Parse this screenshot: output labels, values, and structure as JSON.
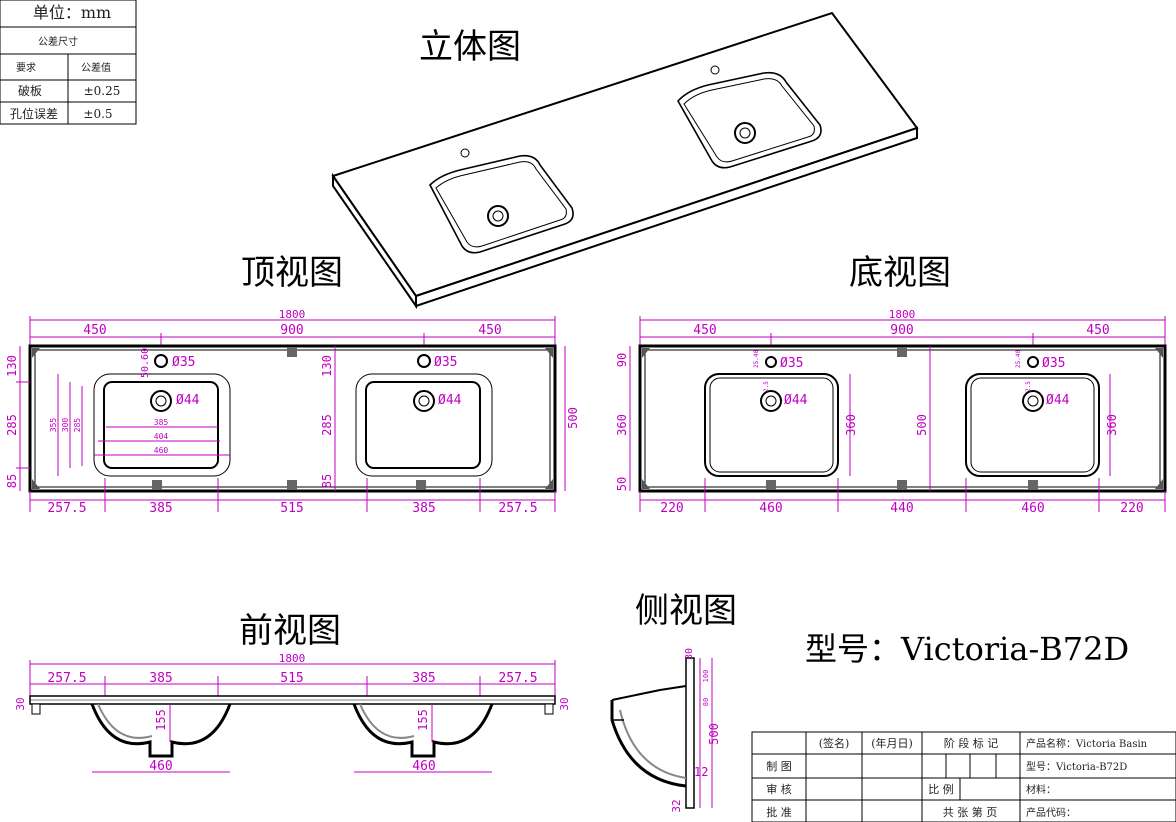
{
  "tolerance_table": {
    "unit": "单位：mm",
    "header": "公差尺寸",
    "col1": "要求",
    "col2": "公差值",
    "rows": [
      {
        "item": "破板",
        "value": "±0.25"
      },
      {
        "item": "孔位误差",
        "value": "±0.5"
      }
    ]
  },
  "titles": {
    "iso": "立体图",
    "top": "顶视图",
    "bottom": "底视图",
    "front": "前视图",
    "side": "侧视图"
  },
  "model": "型号：Victoria-B72D",
  "top_view": {
    "overall": "1800",
    "seg_top": [
      "450",
      "900",
      "450"
    ],
    "seg_bottom": [
      "257.5",
      "385",
      "515",
      "385",
      "257.5"
    ],
    "left_dims": [
      "130",
      "285",
      "85"
    ],
    "mid_dims": [
      "130",
      "285",
      "85"
    ],
    "right_dim": "500",
    "inner_left": [
      "355",
      "300",
      "285"
    ],
    "inner_widths": [
      "385",
      "404",
      "460"
    ],
    "small_offset": "50.60",
    "hole1": "Ø35",
    "hole2": "Ø44",
    "hole3": "Ø35",
    "hole4": "Ø44"
  },
  "bottom_view": {
    "overall": "1800",
    "seg_top": [
      "450",
      "900",
      "450"
    ],
    "seg_bottom": [
      "220",
      "460",
      "440",
      "460",
      "220"
    ],
    "left_dims": [
      "90",
      "360",
      "50"
    ],
    "mid_dim": "500",
    "right_dims": [
      "360",
      "360"
    ],
    "hole1": "Ø35",
    "hole2": "Ø44",
    "hole3": "Ø35",
    "hole4": "Ø44",
    "tiny1": "25.40",
    "tiny2": "2.5",
    "tiny3": "25.40",
    "tiny4": "2.5"
  },
  "front_view": {
    "overall": "1800",
    "segs": [
      "257.5",
      "385",
      "515",
      "385",
      "257.5"
    ],
    "left_thick": "30",
    "right_thick": "30",
    "depth1": "155",
    "depth2": "155",
    "bowl1": "460",
    "bowl2": "460"
  },
  "side_view": {
    "top": "30",
    "d1": "100",
    "d2": "80",
    "total": "500",
    "lower": "12",
    "bottom": "32"
  },
  "title_block": {
    "h_sign": "(签名)",
    "h_date": "(年月日)",
    "h_stage": "阶 段 标 记",
    "product_name": "产品名称：Victoria Basin",
    "model": "型号：Victoria-B72D",
    "material": "材料：",
    "code": "产品代码：",
    "r1": "制 图",
    "r2": "审 核",
    "r3": "批 准",
    "scale": "比 例",
    "sheets": "共 张 第 页"
  }
}
